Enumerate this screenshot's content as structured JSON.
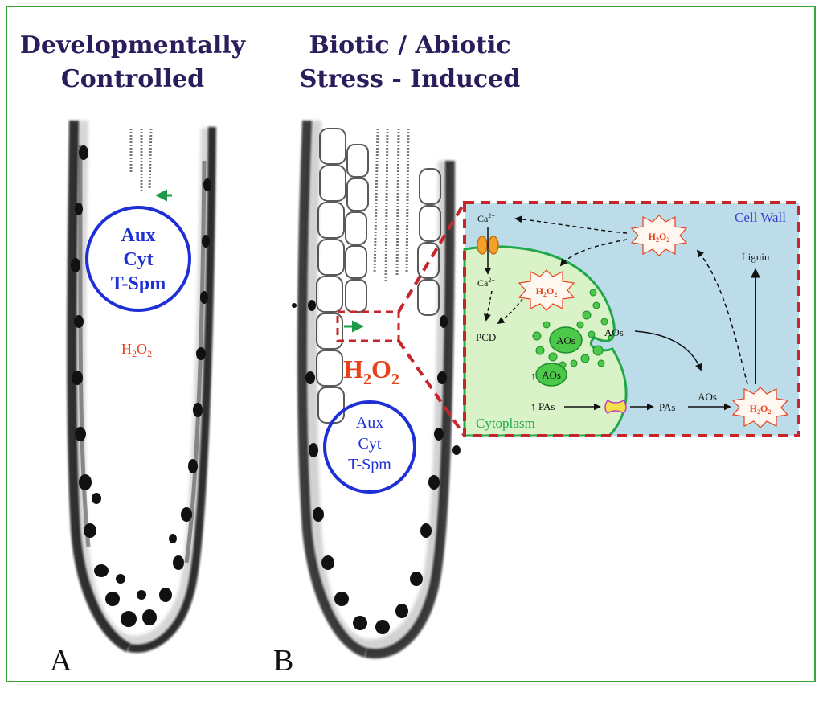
{
  "titles": {
    "left_line1": "Developmentally",
    "left_line2": "Controlled",
    "right_line1": "Biotic / Abiotic",
    "right_line2": "Stress - Induced"
  },
  "panel_a": {
    "letter": "A",
    "circle_line1": "Aux",
    "circle_line2": "Cyt",
    "circle_line3": "T-Spm",
    "h2o2": "H",
    "h2o2_sub1": "2",
    "h2o2_mid": "O",
    "h2o2_sub2": "2"
  },
  "panel_b": {
    "letter": "B",
    "circle_line1": "Aux",
    "circle_line2": "Cyt",
    "circle_line3": "T-Spm",
    "h2o2": "H",
    "h2o2_sub1": "2",
    "h2o2_mid": "O",
    "h2o2_sub2": "2"
  },
  "inset": {
    "cell_wall": "Cell Wall",
    "cytoplasm": "Cytoplasm",
    "ca_top": "Ca",
    "ca_top_sup": "2+",
    "ca_bottom": "Ca",
    "ca_bottom_sup": "2+",
    "pcd": "PCD",
    "lignin": "Lignin",
    "aos_big": "AOs",
    "aos_small": "AOs",
    "aos_pocket": "AOs",
    "aos_wall": "AOs",
    "pas_left": "PAs",
    "pas_right": "PAs",
    "h2o2_label": "H",
    "h2o2_label_sub1": "2",
    "h2o2_label_mid": "O",
    "h2o2_label_sub2": "2",
    "up_arrow": "↑"
  },
  "colors": {
    "frame_border": "#3aa63a",
    "title": "#2b1d5c",
    "circle_blue": "#1f2fd6",
    "h2o2_red": "#e8401a",
    "dashed_red": "#c6262a",
    "green_arrow": "#1f9a4a",
    "wall_blue": "#bcdcea",
    "cytoplasm_green": "#d9f2c8",
    "membrane_green": "#22a84a",
    "ao_green": "#4cc94a"
  }
}
